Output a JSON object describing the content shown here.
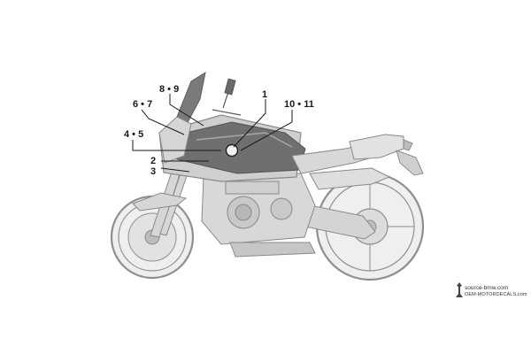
{
  "callouts": {
    "c1": "1",
    "c2": "2",
    "c3": "3",
    "c45": "4 • 5",
    "c67": "6 • 7",
    "c89": "8 • 9",
    "c1011": "10 • 11"
  },
  "watermark": {
    "line1": "source-bmw.com",
    "line2": "OEM-MOTORDECALS.com"
  },
  "colors": {
    "line_art": "#8a8a8a",
    "body_fill": "#cfcfcf",
    "tank_dark": "#6f6f6f",
    "callout_text": "#1a1a1a"
  }
}
